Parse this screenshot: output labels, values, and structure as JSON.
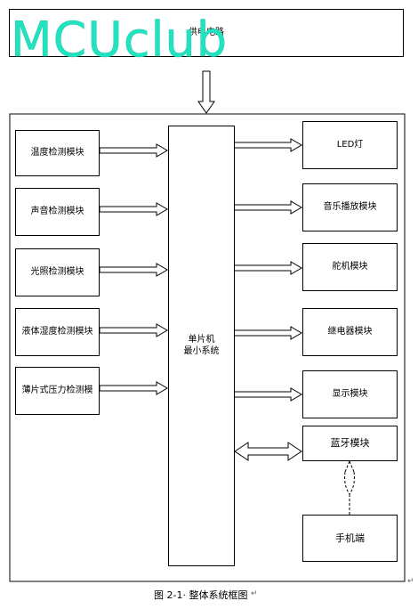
{
  "power_supply": {
    "label": "供电电路"
  },
  "left_modules": [
    {
      "label": "温度检测模块"
    },
    {
      "label": "声音检测模块"
    },
    {
      "label": "光照检测模块"
    },
    {
      "label": "液体湿度检测模块"
    },
    {
      "label": "薄片式压力检测模"
    }
  ],
  "mcu": {
    "line1": "单片机",
    "line2": "最小系统"
  },
  "right_modules": [
    {
      "label": "LED灯"
    },
    {
      "label": "音乐播放模块"
    },
    {
      "label": "舵机模块"
    },
    {
      "label": "继电器模块"
    },
    {
      "label": "显示模块"
    },
    {
      "label": "蓝牙模块"
    }
  ],
  "phone": {
    "label": "手机端"
  },
  "caption": "图 2-1· 整体系统框图",
  "paragraph_mark": "↵",
  "watermark": {
    "text": "MCUclub",
    "color": "#22e3c0"
  }
}
